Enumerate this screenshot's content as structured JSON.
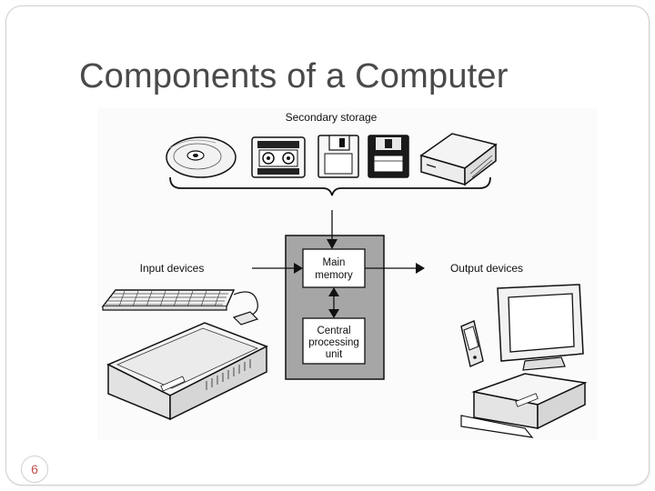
{
  "slide": {
    "title": "Components of a Computer",
    "page_number": "6"
  },
  "diagram": {
    "secondary_storage_label": "Secondary storage",
    "input_devices_label": "Input devices",
    "output_devices_label": "Output devices",
    "main_memory_label": [
      "Main",
      "memory"
    ],
    "cpu_label": [
      "Central",
      "processing",
      "unit"
    ]
  }
}
